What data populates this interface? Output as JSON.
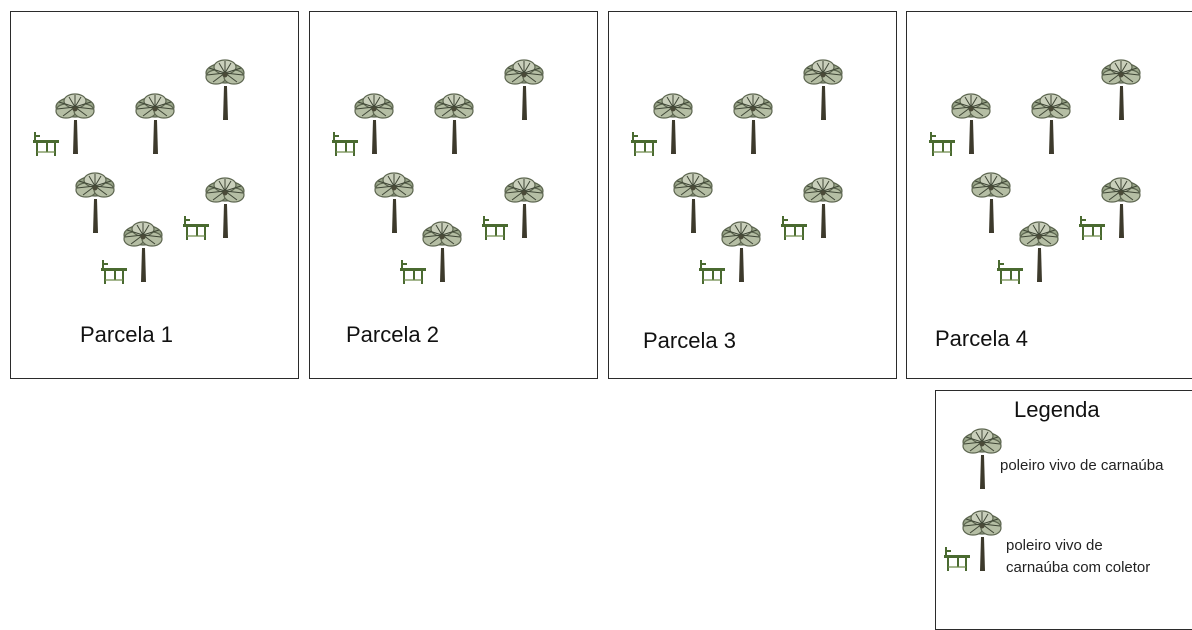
{
  "plots": [
    {
      "label": "Parcela 1"
    },
    {
      "label": "Parcela 2"
    },
    {
      "label": "Parcela 3"
    },
    {
      "label": "Parcela 4"
    }
  ],
  "plot_content": {
    "palm_perches_per_plot": 6,
    "perches_with_collector_per_plot": 3
  },
  "legend": {
    "title": "Legenda",
    "items": [
      {
        "icon": "carnauba-palm-icon",
        "text": "poleiro vivo de carnaúba"
      },
      {
        "icon": "carnauba-palm-with-collector-icon",
        "text_line1": "poleiro vivo de",
        "text_line2": "carnaúba com coletor"
      }
    ]
  },
  "colors": {
    "border": "#2b2b2b",
    "palm_crown": "#8f9b7d",
    "palm_trunk": "#3d3a2c",
    "collector": "#4a6a30"
  }
}
